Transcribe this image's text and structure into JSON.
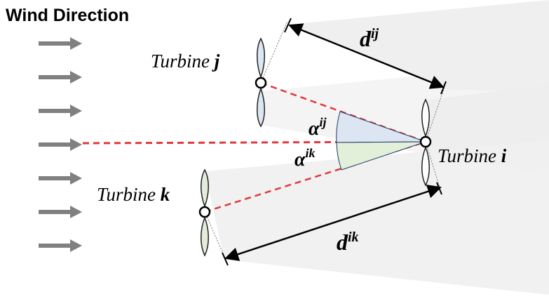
{
  "title": "Wind Direction",
  "turbines": {
    "j": {
      "name": "Turbine",
      "index": "j",
      "blade_color": "#dce6f2"
    },
    "i": {
      "name": "Turbine",
      "index": "i",
      "blade_color": "#ffffff"
    },
    "k": {
      "name": "Turbine",
      "index": "k",
      "blade_color": "#e3ecd9"
    }
  },
  "distances": {
    "ij": {
      "symbol": "d",
      "sup": "ij"
    },
    "ik": {
      "symbol": "d",
      "sup": "ik"
    }
  },
  "angles": {
    "ij": {
      "symbol": "α",
      "sup": "ij",
      "color": "#dce6f2"
    },
    "ik": {
      "symbol": "α",
      "sup": "ik",
      "color": "#e2efd9"
    }
  },
  "colors": {
    "arrow": "#808080",
    "dashed_line": "#e0393e",
    "wake": "#eeeeee"
  },
  "arrow_count": 7
}
